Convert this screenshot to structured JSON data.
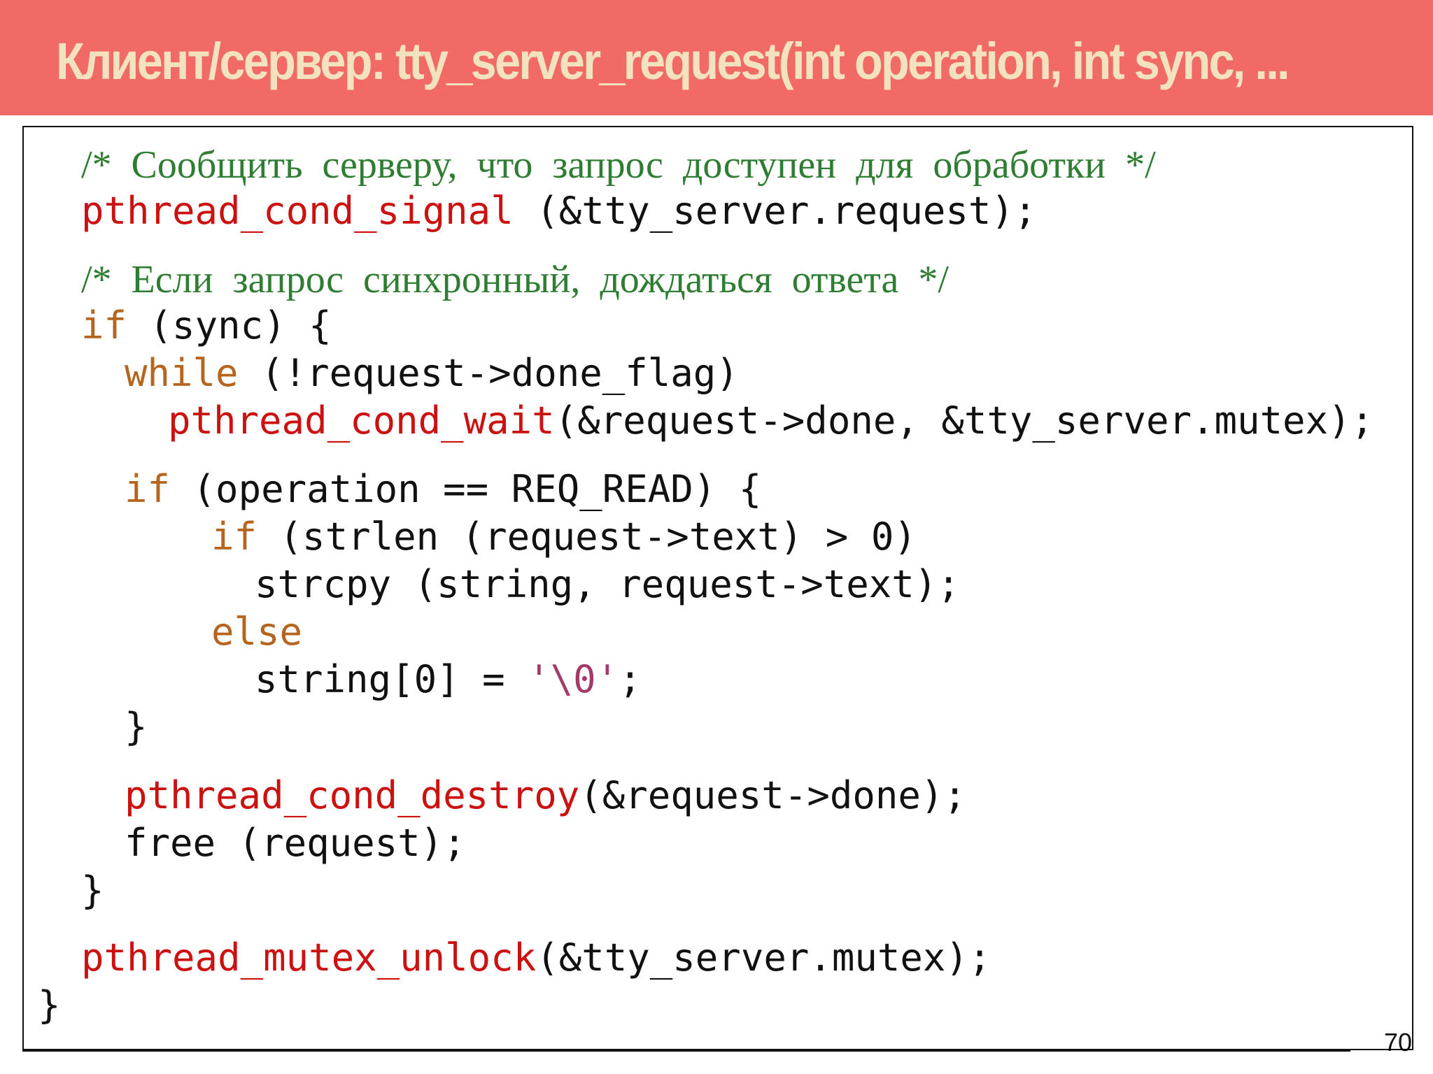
{
  "slide": {
    "title": "Клиент/сервер: tty_server_request(int operation, int sync, ...",
    "page_number": "70"
  },
  "code": {
    "comment1": "/* Сообщить серверу, что запрос доступен для обработки */",
    "line1_fn": "pthread_cond_signal",
    "line1_rest": " (&tty_server.request);",
    "comment2": "/* Если запрос синхронный, дождаться ответа */",
    "line2_kw": "if",
    "line2_rest": " (sync) {",
    "line3_kw": "while",
    "line3_rest": " (!request->done_flag)",
    "line4_fn": "pthread_cond_wait",
    "line4_rest": "(&request->done, &tty_server.mutex);",
    "line5_kw": "if",
    "line5_rest": " (operation == REQ_READ) {",
    "line6_kw": "if",
    "line6_rest": " (strlen (request->text) > 0)",
    "line7": "strcpy (string, request->text);",
    "line8_kw": "else",
    "line9_pre": "string[0] = ",
    "line9_str": "'\\0'",
    "line9_post": ";",
    "line10": "}",
    "line11_fn": "pthread_cond_destroy",
    "line11_rest": "(&request->done);",
    "line12": "free (request);",
    "line13": "}",
    "line14_fn": "pthread_mutex_unlock",
    "line14_rest": "(&tty_server.mutex);",
    "line15": "}"
  },
  "colors": {
    "title_bar": "#f26a66",
    "title_text": "#f2e2be",
    "comment": "#2e7d32",
    "function": "#cc1111",
    "keyword": "#b5651d",
    "string_literal": "#a33a6a"
  }
}
